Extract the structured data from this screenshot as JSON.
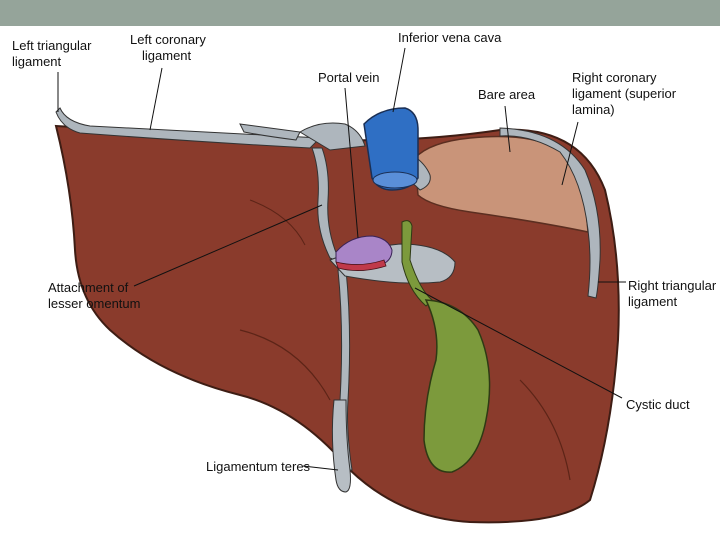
{
  "colors": {
    "header_bar": "#95a49a",
    "liver": "#8a3b2c",
    "bare_area": "#c99479",
    "ligament": "#aeb6bd",
    "gallbladder": "#7c9a3c",
    "ivc": "#2f6fc4",
    "portal_vein": "#a985c8"
  },
  "labels": {
    "left_triangular_1": "Left triangular",
    "left_triangular_2": "ligament",
    "left_coronary_1": "Left coronary",
    "left_coronary_2": "ligament",
    "ivc": "Inferior vena cava",
    "portal_vein": "Portal vein",
    "bare_area": "Bare area",
    "right_coronary_1": "Right coronary",
    "right_coronary_2": "ligament (superior",
    "right_coronary_3": "lamina)",
    "lesser_omentum_1": "Attachment of",
    "lesser_omentum_2": "lesser omentum",
    "right_triangular_1": "Right triangular",
    "right_triangular_2": "ligament",
    "cystic_duct": "Cystic duct",
    "ligamentum_teres": "Ligamentum teres"
  }
}
